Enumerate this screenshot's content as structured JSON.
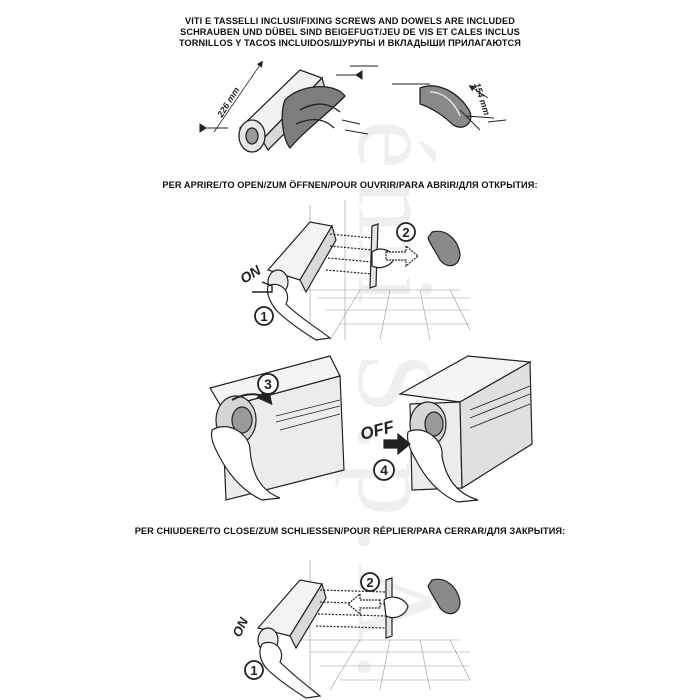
{
  "captions": {
    "included_line1": "VITI E TASSELLI INCLUSI/FIXING SCREWS AND DOWELS ARE INCLUDED",
    "included_line2": "SCHRAUBEN UND DÜBEL SIND BEIGEFUGT/JEU DE VIS ET CALES INCLUS",
    "included_line3": "TORNILLOS Y TACOS INCLUIDOS/ШУРУПЫ И ВКЛАДЫШИ ПРИЛАГАЮТСЯ",
    "open": "PER APRIRE/TO OPEN/ZUM ÖFFNEN/POUR OUVRIR/PARA ABRIR/ДЛЯ ОТКРЫТИЯ:",
    "close": "PER CHIUDERE/TO CLOSE/ZUM SCHLIESSEN/POUR RÉPLIER/PARA CERRAR/ДЛЯ ЗАКРЫТИЯ:"
  },
  "dimensions": {
    "housing_length": "226 mm",
    "hook_length": "154 mm"
  },
  "labels": {
    "on": "ON",
    "off": "OFF",
    "step1": "1",
    "step2": "2",
    "step3": "3",
    "step4": "4"
  }
}
